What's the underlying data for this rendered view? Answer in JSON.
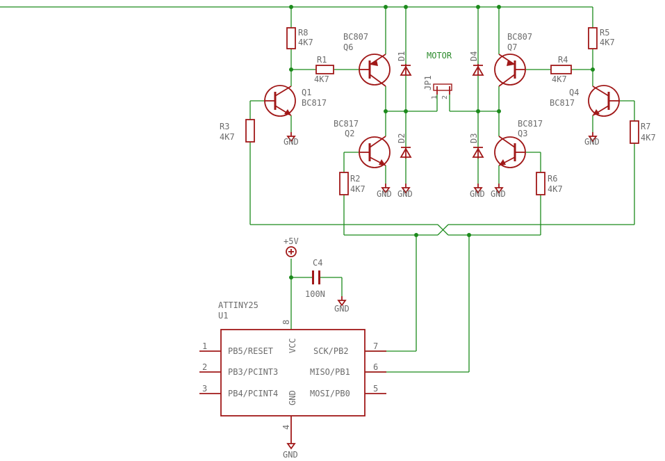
{
  "colors": {
    "wire": "#1b8a1b",
    "part": "#a01818",
    "text": "#6b6b6b",
    "label": "#2a8a2a"
  },
  "parts": {
    "r8": {
      "name": "R8",
      "value": "4K7"
    },
    "r1": {
      "name": "R1",
      "value": "4K7"
    },
    "r3": {
      "name": "R3",
      "value": "4K7"
    },
    "r2": {
      "name": "R2",
      "value": "4K7"
    },
    "r4": {
      "name": "R4",
      "value": "4K7"
    },
    "r5": {
      "name": "R5",
      "value": "4K7"
    },
    "r6": {
      "name": "R6",
      "value": "4K7"
    },
    "r7": {
      "name": "R7",
      "value": "4K7"
    },
    "q1": {
      "name": "Q1",
      "value": "BC817"
    },
    "q2": {
      "name": "Q2",
      "value": "BC817"
    },
    "q3": {
      "name": "Q3",
      "value": "BC817"
    },
    "q4": {
      "name": "Q4",
      "value": "BC817"
    },
    "q6": {
      "name": "Q6",
      "value": "BC807"
    },
    "q7": {
      "name": "Q7",
      "value": "BC807"
    },
    "d1": "D1",
    "d2": "D2",
    "d3": "D3",
    "d4": "D4",
    "jp1": {
      "name": "JP1",
      "pin1": "1",
      "pin2": "2",
      "label": "MOTOR"
    },
    "c4": {
      "name": "C4",
      "value": "100N"
    },
    "supply": "+5V",
    "gnd": "GND"
  },
  "u1": {
    "part": "ATTINY25",
    "name": "U1",
    "pins_left": [
      {
        "num": "1",
        "label": "PB5/RESET"
      },
      {
        "num": "2",
        "label": "PB3/PCINT3"
      },
      {
        "num": "3",
        "label": "PB4/PCINT4"
      }
    ],
    "pins_right": [
      {
        "num": "7",
        "label": "SCK/PB2"
      },
      {
        "num": "6",
        "label": "MISO/PB1"
      },
      {
        "num": "5",
        "label": "MOSI/PB0"
      }
    ],
    "vcc": {
      "num": "8",
      "label": "VCC"
    },
    "gnd": {
      "num": "4",
      "label": "GND"
    }
  }
}
